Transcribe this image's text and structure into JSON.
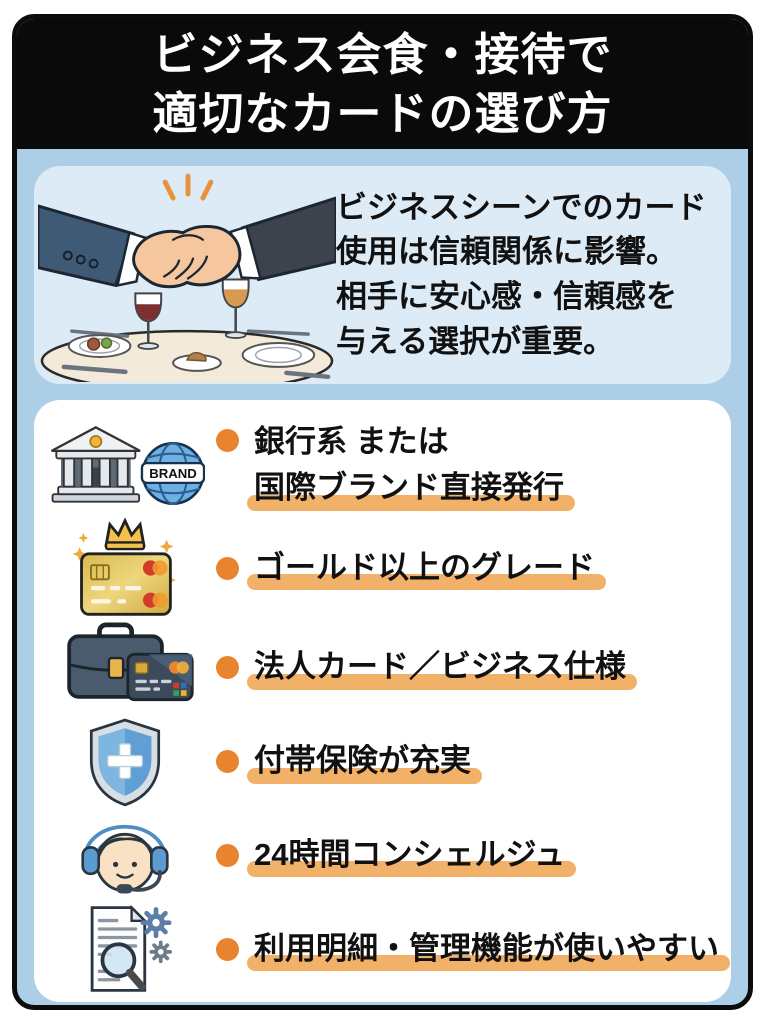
{
  "colors": {
    "frame_bg": "#accee7",
    "header_bg": "#0a0a0a",
    "header_text": "#ffffff",
    "panel_bg": "#dcebf6",
    "card_bg": "#ffffff",
    "bullet": "#e8842e",
    "highlight": "#f2b169",
    "text": "#111111"
  },
  "header": {
    "title_line1": "ビジネス会食・接待で",
    "title_line2": "適切なカードの選び方"
  },
  "intro": {
    "illustration": "handshake-over-dinner-table",
    "line1": "ビジネスシーンでのカード",
    "line2": "使用は信頼関係に影響。",
    "line3": "相手に安心感・信頼感を",
    "line4": "与える選択が重要。"
  },
  "checklist": {
    "brand_globe_label": "BRAND",
    "items": [
      {
        "icon": "bank-and-brand-globe-icon",
        "lines": [
          {
            "text": "銀行系 または",
            "highlight": false
          },
          {
            "text": "国際ブランド直接発行",
            "highlight": true
          }
        ]
      },
      {
        "icon": "gold-card-crown-icon",
        "lines": [
          {
            "text": "ゴールド以上のグレード",
            "highlight": true
          }
        ]
      },
      {
        "icon": "briefcase-business-card-icon",
        "lines": [
          {
            "text": "法人カード／ビジネス仕様",
            "highlight": true
          }
        ]
      },
      {
        "icon": "insurance-shield-icon",
        "lines": [
          {
            "text": "付帯保険が充実",
            "highlight": true
          }
        ]
      },
      {
        "icon": "concierge-headset-icon",
        "lines": [
          {
            "text": "24時間コンシェルジュ",
            "highlight": true
          }
        ]
      },
      {
        "icon": "statement-management-icon",
        "lines": [
          {
            "text": "利用明細・管理機能が使いやすい",
            "highlight": true
          }
        ]
      }
    ]
  }
}
